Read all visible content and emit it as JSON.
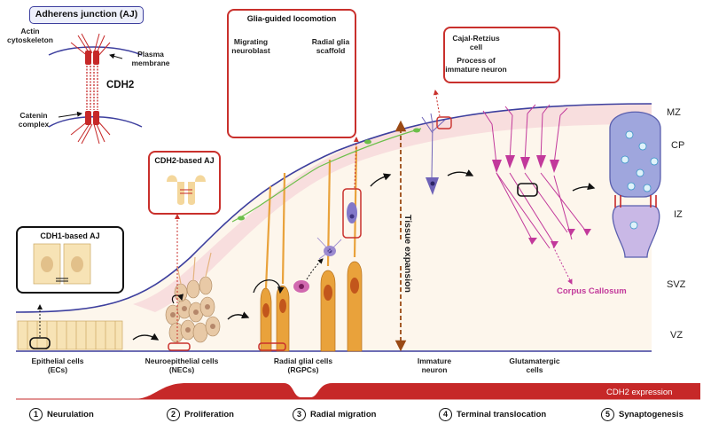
{
  "colors": {
    "accent_red": "#c9302c",
    "cdh2_bar": "#c62828",
    "pia_line": "#3d3f9e",
    "mz_band": "#f8dede",
    "cortex_fill": "#fdf6ec",
    "rgpc_cell": "#e9a23b",
    "neuron_magenta": "#c2399b",
    "neuron_purple": "#6f63b8",
    "cajal_green": "#6cbf4a",
    "tissue_arrow": "#9a4a15"
  },
  "aj_panel": {
    "title": "Adherens junction (AJ)",
    "actin_label": "Actin\ncytoskeleton",
    "membrane_label": "Plasma\nmembrane",
    "cdh2_label": "CDH2",
    "catenin_label": "Catenin\ncomplex"
  },
  "glia_box": {
    "title": "Glia-guided locomotion",
    "migrating_label": "Migrating\nneuroblast",
    "scaffold_label": "Radial glia\nscaffold"
  },
  "cajal_box": {
    "cajal_label": "Cajal-Retzius\ncell",
    "process_label": "Process of\nimmature neuron"
  },
  "cdh2_aj_box": {
    "title": "CDH2-based AJ"
  },
  "cdh1_aj_box": {
    "title": "CDH1-based AJ"
  },
  "zones": {
    "mz": "MZ",
    "cp": "CP",
    "iz": "IZ",
    "svz": "SVZ",
    "vz": "VZ"
  },
  "cell_labels": {
    "ecs": "Epithelial cells\n(ECs)",
    "necs": "Neuroepithelial cells\n(NECs)",
    "rgpcs": "Radial glial cells\n(RGPCs)",
    "immature": "Immature\nneuron",
    "glutamatergic": "Glutamatergic\ncells"
  },
  "tissue_expansion": "Tissue expansion",
  "corpus_callosum": "Corpus Callosum",
  "expression_label": "CDH2 expression",
  "stages": [
    {
      "num": "1",
      "label": "Neurulation"
    },
    {
      "num": "2",
      "label": "Proliferation"
    },
    {
      "num": "3",
      "label": "Radial migration"
    },
    {
      "num": "4",
      "label": "Terminal translocation"
    },
    {
      "num": "5",
      "label": "Synaptogenesis"
    }
  ]
}
